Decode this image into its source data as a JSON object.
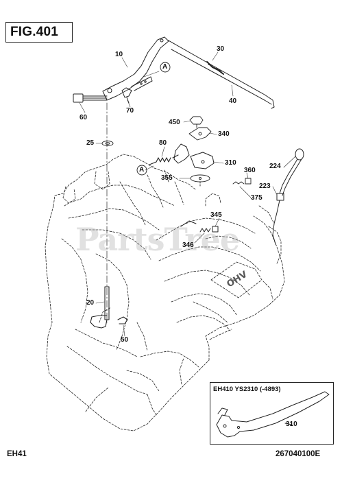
{
  "figure": {
    "title": "FIG.401"
  },
  "callouts": {
    "c10": "10",
    "c30": "30",
    "cA1": "A",
    "c40": "40",
    "c60": "60",
    "c70": "70",
    "c450": "450",
    "c340": "340",
    "c25": "25",
    "c80": "80",
    "c310": "310",
    "cA2": "A",
    "c360": "360",
    "c224": "224",
    "c355": "355",
    "c223": "223",
    "c375": "375",
    "c345": "345",
    "c346": "346",
    "c20": "20",
    "c50": "50"
  },
  "inset": {
    "title": "EH410 YS2310 (-4893)",
    "callout": "310"
  },
  "footer": {
    "model": "EH41",
    "drawing_number": "267040100E"
  },
  "watermark": {
    "text": "PartsTree"
  },
  "engine_mark": {
    "text": "OHV"
  },
  "colors": {
    "line": "#222222",
    "leader": "#333333",
    "watermark": "#bdbdbd"
  }
}
